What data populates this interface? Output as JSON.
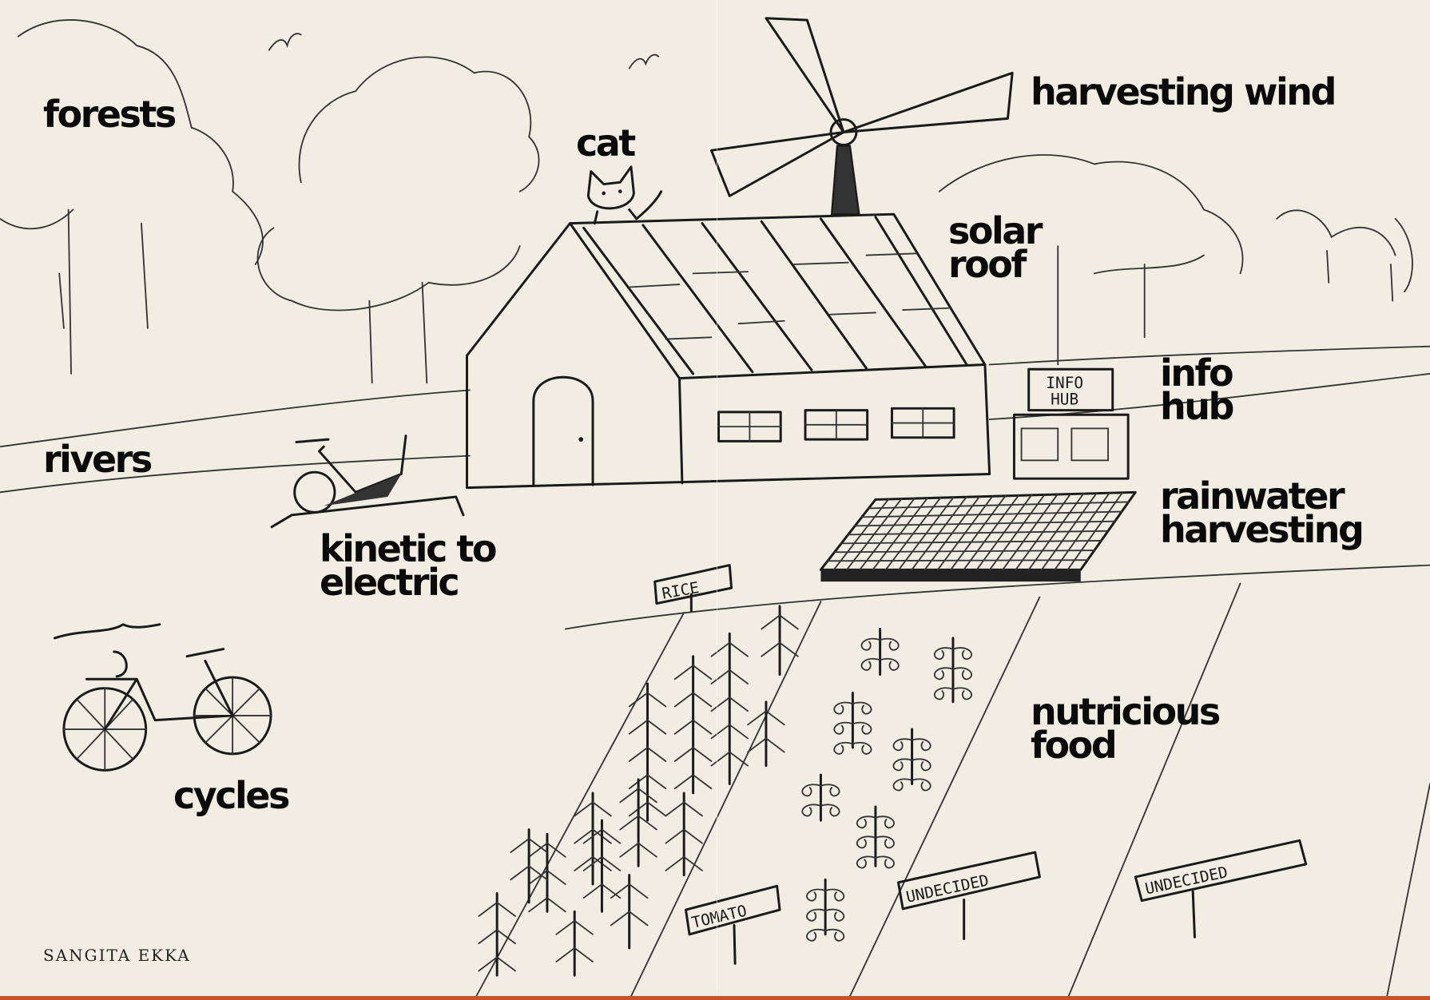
{
  "labels": {
    "forests": "forests",
    "cat": "cat",
    "harvesting_wind": "harvesting wind",
    "solar_roof": [
      "solar",
      "roof"
    ],
    "info_hub": [
      "info",
      "hub"
    ],
    "rivers": "rivers",
    "kinetic_to_electric": [
      "kinetic to",
      "electric"
    ],
    "rainwater_harvesting": [
      "rainwater",
      "harvesting"
    ],
    "nutricious_food": [
      "nutricious",
      "food"
    ],
    "cycles": "cycles"
  },
  "signs": {
    "info_hub": [
      "INFO",
      "HUB"
    ],
    "rice": "RICE",
    "tomato": "TOMATO",
    "undecided_1": "UNDECIDED",
    "undecided_2": "UNDECIDED"
  },
  "author": "SANGITA EKKA",
  "colors": {
    "paper": "#f1ede3",
    "ink": "#1a1a1a",
    "border": "#c8552a"
  }
}
